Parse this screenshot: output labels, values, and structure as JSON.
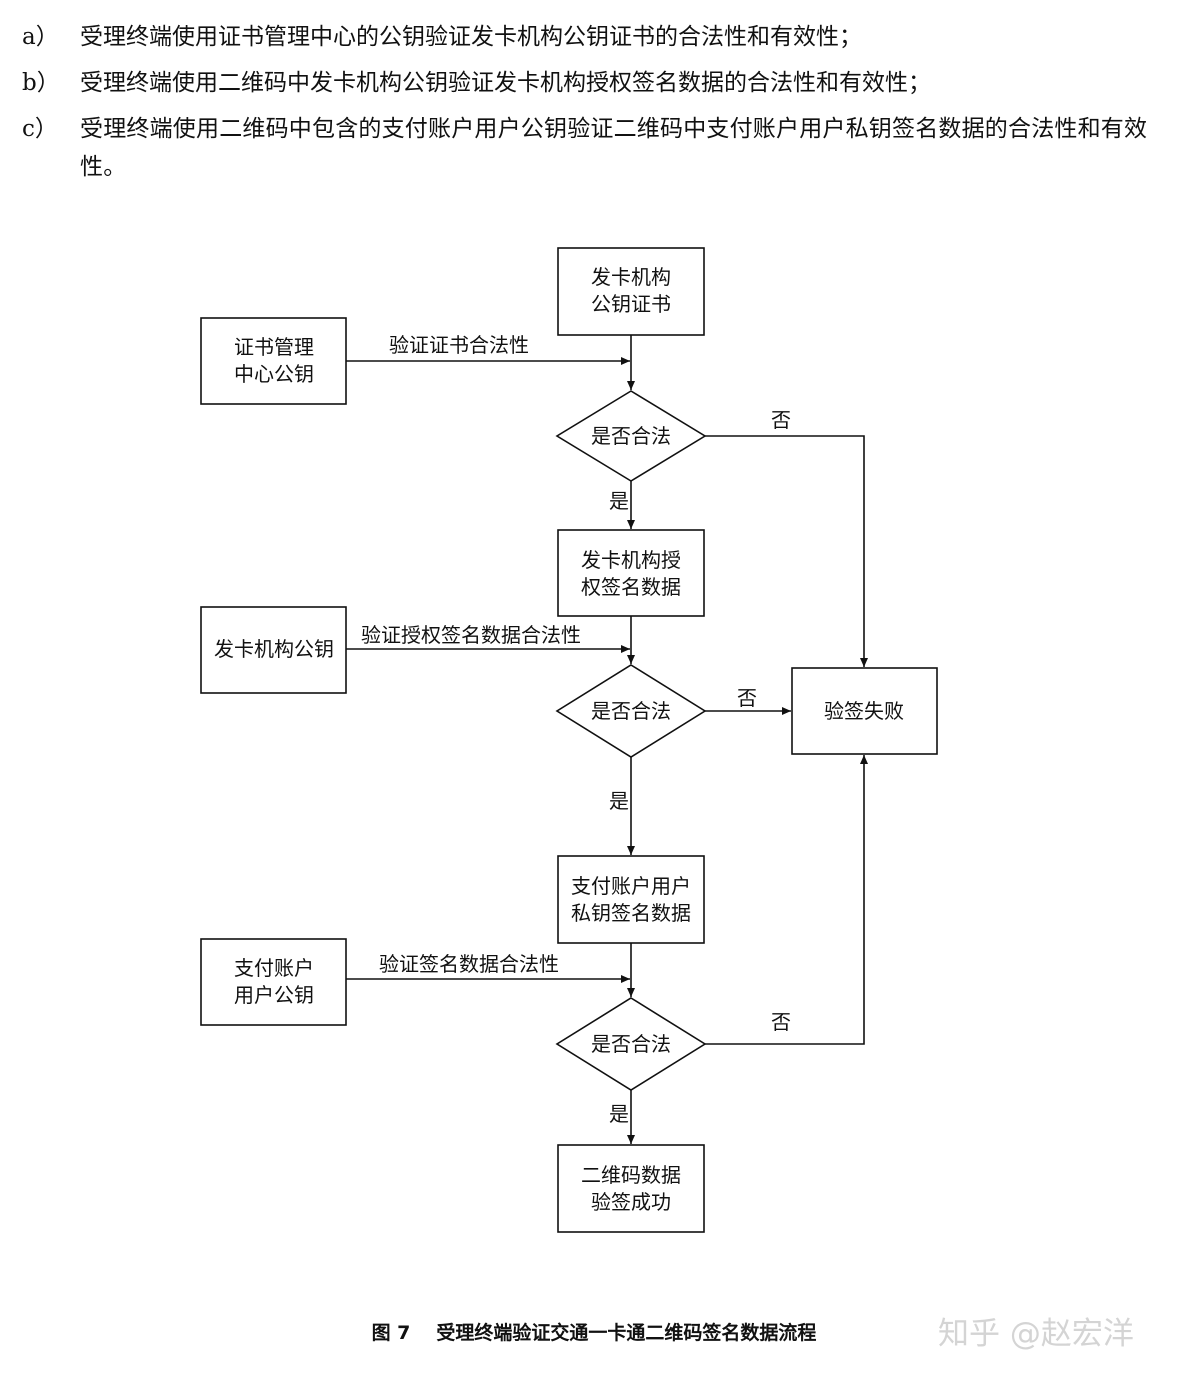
{
  "items": [
    {
      "marker": "a）",
      "text": "受理终端使用证书管理中心的公钥验证发卡机构公钥证书的合法性和有效性；"
    },
    {
      "marker": "b）",
      "text": "受理终端使用二维码中发卡机构公钥验证发卡机构授权签名数据的合法性和有效性；"
    },
    {
      "marker": "c）",
      "text": "受理终端使用二维码中包含的支付账户用户公钥验证二维码中支付账户用户私钥签名数据的合法性和有效性。"
    }
  ],
  "flow": {
    "issuer_cert": [
      "发卡机构",
      "公钥证书"
    ],
    "cert_center_key": [
      "证书管理",
      "中心公钥"
    ],
    "verify_cert_label": "验证证书合法性",
    "check1": "是否合法",
    "yes1": "是",
    "no1": "否",
    "issuer_sign_data": [
      "发卡机构授",
      "权签名数据"
    ],
    "issuer_key": "发卡机构公钥",
    "verify_auth_label": "验证授权签名数据合法性",
    "check2": "是否合法",
    "yes2": "是",
    "no2": "否",
    "fail": "验签失败",
    "user_sign_data": [
      "支付账户用户",
      "私钥签名数据"
    ],
    "user_key": [
      "支付账户",
      "用户公钥"
    ],
    "verify_sign_label": "验证签名数据合法性",
    "check3": "是否合法",
    "yes3": "是",
    "no3": "否",
    "success": [
      "二维码数据",
      "验签成功"
    ]
  },
  "caption": {
    "number": "图 7",
    "title": "受理终端验证交通一卡通二维码签名数据流程"
  },
  "watermark": "知乎 @赵宏洋"
}
